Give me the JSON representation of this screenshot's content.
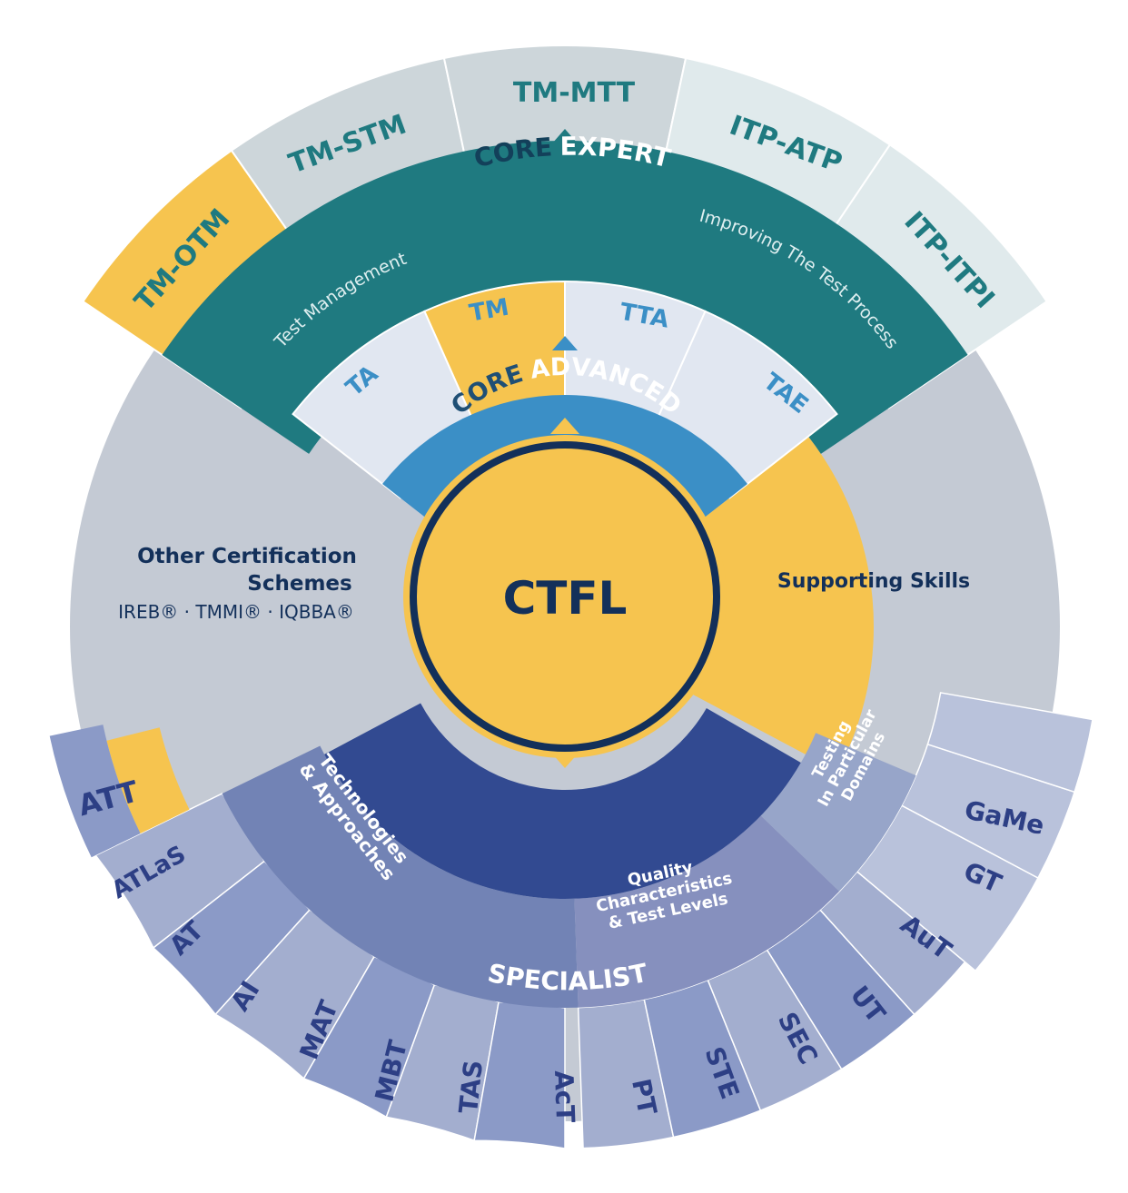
{
  "center": {
    "label": "CTFL"
  },
  "core_advanced": {
    "prefix": "CORE",
    "label": "ADVANCED"
  },
  "core_expert": {
    "prefix": "CORE",
    "label": "EXPERT",
    "left_arc": "Test Management",
    "right_arc": "Improving The Test Process"
  },
  "advanced_modules": [
    "TA",
    "TM",
    "TTA",
    "TAE"
  ],
  "expert_modules": [
    "TM-OTM",
    "TM-STM",
    "TM-MTT",
    "ITP-ATP",
    "ITP-ITPI"
  ],
  "supporting": {
    "label": "Supporting Skills"
  },
  "other": {
    "line1": "Other Certification",
    "line2": "Schemes",
    "line3": "IREB® · TMMI® · IQBBA®"
  },
  "specialist": {
    "label": "SPECIALIST",
    "groups": {
      "tech": [
        "Technologies",
        "& Approaches"
      ],
      "quality": [
        "Quality",
        "Characteristics",
        "& Test Levels"
      ],
      "domains": [
        "Testing",
        "In Particular",
        "Domains"
      ]
    },
    "tech_modules": [
      "ATT",
      "ATLaS",
      "AT",
      "AI",
      "MAT",
      "MBT",
      "TAS"
    ],
    "quality_modules": [
      "AcT",
      "PT",
      "STE",
      "SEC",
      "UT"
    ],
    "domain_modules": [
      "GaMe",
      "GT",
      "AuT"
    ]
  },
  "colors": {
    "yellow": "#f6c44f",
    "navy": "#13305a",
    "teal_dark": "#1f7a80",
    "blue_mid": "#3b8fc6",
    "blue_deep": "#324a91",
    "gray_outer": "#c4cad4",
    "gray_expert": "#cdd6da",
    "pale_expert": "#e0eaec",
    "pale_adv": "#e1e7f1",
    "spec_tech": "#7283b5",
    "spec_quality": "#8690be",
    "spec_domain": "#97a5c9",
    "spec_outer_a": "#8b9ac7",
    "spec_outer_b": "#a3aecf",
    "spec_outer_c": "#b9c2db"
  }
}
